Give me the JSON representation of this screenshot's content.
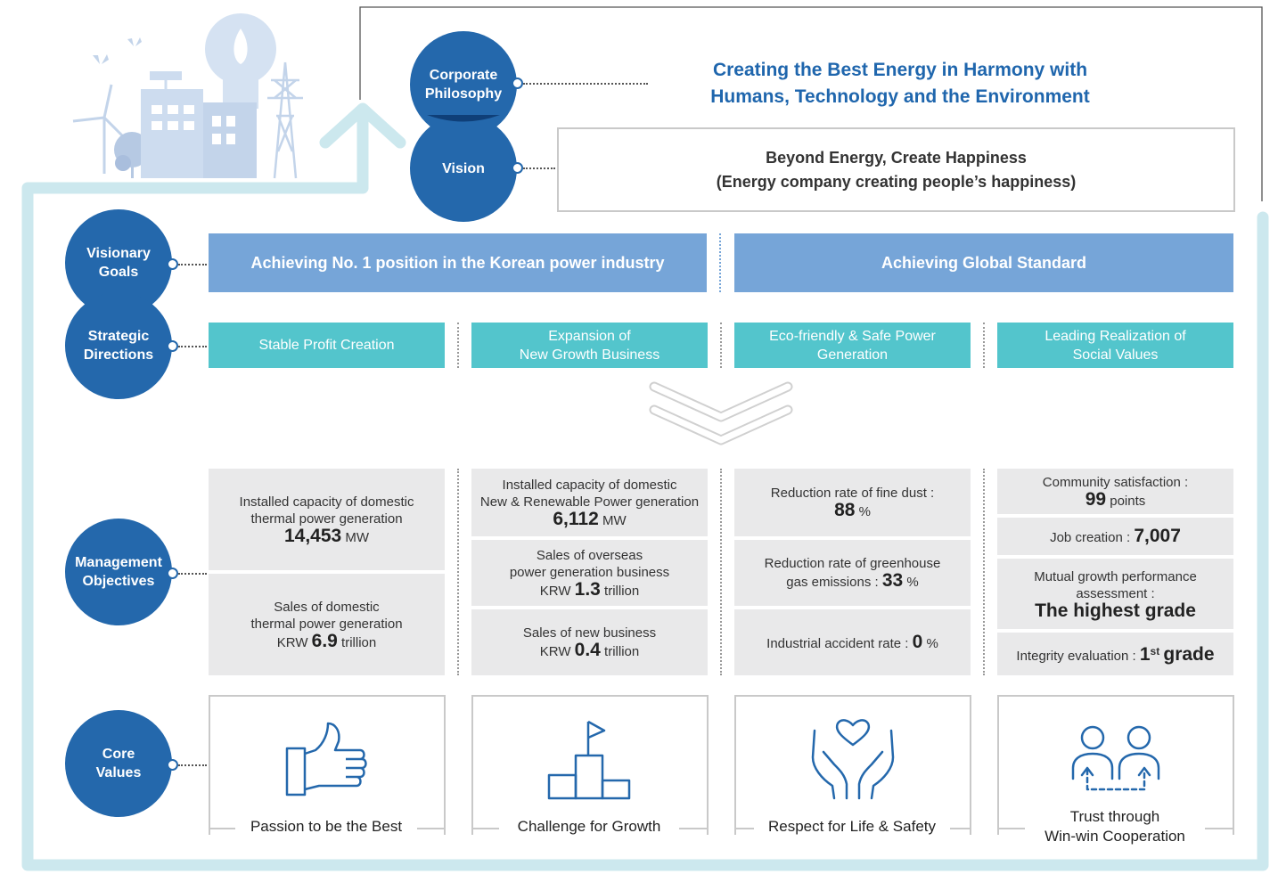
{
  "philosophy": {
    "label": "Corporate\nPhilosophy",
    "text_line1": "Creating the Best Energy in Harmony with",
    "text_line2": "Humans, Technology and the Environment"
  },
  "vision": {
    "label": "Vision",
    "line1": "Beyond Energy, Create Happiness",
    "line2": "(Energy company creating people’s happiness)"
  },
  "visionary_goals": {
    "label": "Visionary\nGoals",
    "goals": [
      "Achieving No. 1 position in the Korean power industry",
      "Achieving Global Standard"
    ]
  },
  "strategic_directions": {
    "label": "Strategic\nDirections",
    "items": [
      "Stable Profit Creation",
      "Expansion of\nNew Growth Business",
      "Eco-friendly & Safe Power\nGeneration",
      "Leading Realization of\nSocial Values"
    ]
  },
  "management_objectives": {
    "label": "Management\nObjectives",
    "col1": [
      {
        "label": "Installed capacity of domestic\nthermal power generation",
        "value": "14,453",
        "unit": "MW"
      },
      {
        "label": "Sales of domestic\nthermal power generation",
        "prefix": "KRW",
        "value": "6.9",
        "unit": "trillion"
      }
    ],
    "col2": [
      {
        "label": "Installed capacity of domestic\nNew & Renewable Power generation",
        "value": "6,112",
        "unit": "MW"
      },
      {
        "label": "Sales of overseas\npower generation business",
        "prefix": "KRW",
        "value": "1.3",
        "unit": "trillion"
      },
      {
        "label": "Sales of new business",
        "prefix": "KRW",
        "value": "0.4",
        "unit": "trillion"
      }
    ],
    "col3": [
      {
        "label": "Reduction rate of fine dust :",
        "value": "88",
        "unit": "%"
      },
      {
        "label_line1": "Reduction rate of greenhouse",
        "label_line2": "gas emissions :",
        "value": "33",
        "unit": "%"
      },
      {
        "label": "Industrial accident rate :",
        "value": "0",
        "unit": "%"
      }
    ],
    "col4": [
      {
        "label": "Community satisfaction :",
        "value": "99",
        "unit": "points"
      },
      {
        "label": "Job creation :",
        "value": "7,007"
      },
      {
        "label": "Mutual growth performance\nassessment :",
        "value": "The highest grade"
      },
      {
        "label": "Integrity evaluation :",
        "value": "1",
        "sup": "st",
        "unit": "grade"
      }
    ]
  },
  "core_values": {
    "label": "Core\nValues",
    "items": [
      {
        "icon": "thumbs-up-icon",
        "label": "Passion to be the Best"
      },
      {
        "icon": "podium-flag-icon",
        "label": "Challenge for Growth"
      },
      {
        "icon": "hands-heart-icon",
        "label": "Respect for Life & Safety"
      },
      {
        "icon": "people-cooperation-icon",
        "label": "Trust through\nWin-win Cooperation"
      }
    ]
  },
  "colors": {
    "circle": "#2468ac",
    "goal_bar": "#76a5d8",
    "direction_box": "#53c5cc",
    "frame": "#cce8ee",
    "objective_box": "#e9e9ea",
    "philosophy_text": "#1f66ad"
  }
}
